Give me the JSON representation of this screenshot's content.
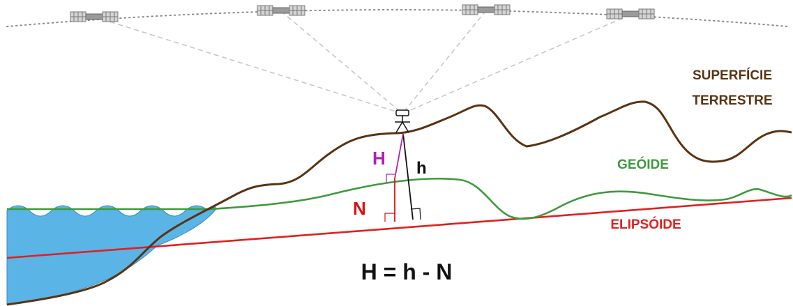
{
  "labels": {
    "surface_line1": "SUPERFÍCIE",
    "surface_line2": "TERRESTRE",
    "geoid": "GEÓIDE",
    "ellipsoid": "ELIPSÓIDE",
    "orthometric_height": "H",
    "ellipsoidal_height": "h",
    "geoid_undulation": "N",
    "formula": "H = h - N"
  },
  "colors": {
    "surface": "#5a3312",
    "geoid": "#3d9a3d",
    "ellipsoid": "#e02020",
    "water_fill": "#5ab4e6",
    "orthometric_height": "#b020b0",
    "ellipsoidal_height": "#111111",
    "geoid_undulation": "#e01010",
    "formula": "#111111"
  },
  "icons": {
    "satellites": [
      "satellite-icon",
      "satellite-icon",
      "satellite-icon",
      "satellite-icon"
    ],
    "receiver": "gnss-receiver-icon"
  }
}
